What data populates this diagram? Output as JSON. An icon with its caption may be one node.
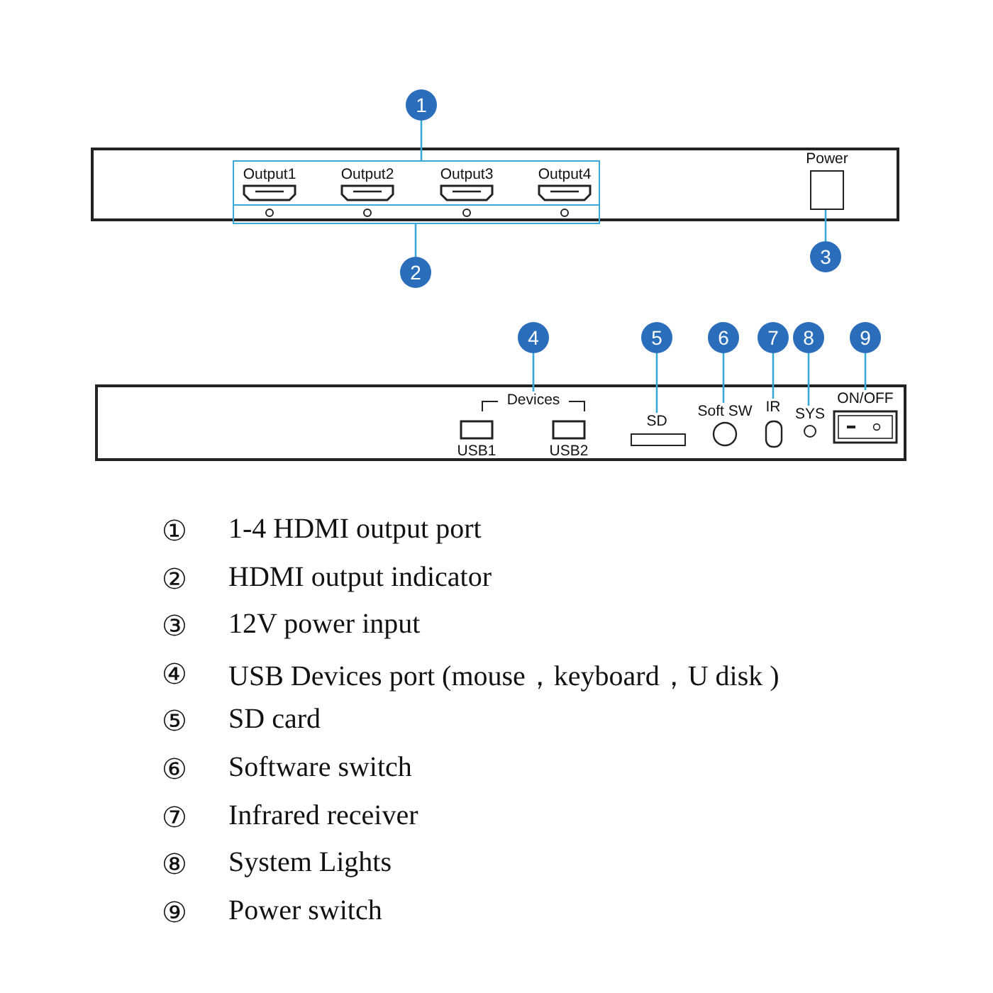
{
  "diagram": {
    "nodes": [
      {
        "text": [
          "1"
        ]
      },
      {
        "text": [],
        "shape": "box"
      },
      {
        "text": [
          "2"
        ]
      },
      {
        "text": [],
        "shape": "box"
      },
      {
        "text": [
          "3"
        ]
      },
      {
        "text": [],
        "shape": "box",
        "beside": [
          "Power"
        ]
      },
      {
        "text": [
          "4"
        ]
      },
      {
        "text": [
          "Devices"
        ]
      },
      {
        "text": [
          "5"
        ]
      },
      {
        "text": [
          "SD"
        ]
      },
      {
        "text": [
          "6"
        ]
      },
      {
        "text": [
          "Soft SW"
        ]
      },
      {
        "text": [
          "7"
        ]
      },
      {
        "text": [
          "IR"
        ]
      },
      {
        "text": [
          "8"
        ]
      },
      {
        "text": [
          "SYS"
        ]
      },
      {
        "text": [
          "9"
        ]
      },
      {
        "text": [
          "ON/OFF"
        ]
      }
    ],
    "edges": [
      {
        "from": 0,
        "to": 1,
        "arrow": "none"
      },
      {
        "from": 2,
        "to": 3,
        "arrow": "none"
      },
      {
        "from": 4,
        "to": 5,
        "arrow": "none"
      },
      {
        "from": 6,
        "to": 7,
        "arrow": "none"
      },
      {
        "from": 8,
        "to": 9,
        "arrow": "none"
      },
      {
        "from": 10,
        "to": 11,
        "arrow": "none"
      },
      {
        "from": 12,
        "to": 13,
        "arrow": "none"
      },
      {
        "from": 14,
        "to": 15,
        "arrow": "none"
      },
      {
        "from": 16,
        "to": 17,
        "arrow": "none"
      }
    ],
    "labels": [
      "Output1",
      "Output2",
      "Output3",
      "Output4",
      "USB1",
      "USB2",
      "①",
      "1-4 HDMI output port",
      "②",
      "HDMI output indicator",
      "③",
      "12V power input",
      "④",
      "USB Devices port (mouse，keyboard，U disk )",
      "⑤",
      "SD card",
      "⑥",
      "Software switch",
      "⑦",
      "Infrared receiver",
      "⑧",
      "System Lights",
      "⑨",
      "Power switch"
    ]
  }
}
